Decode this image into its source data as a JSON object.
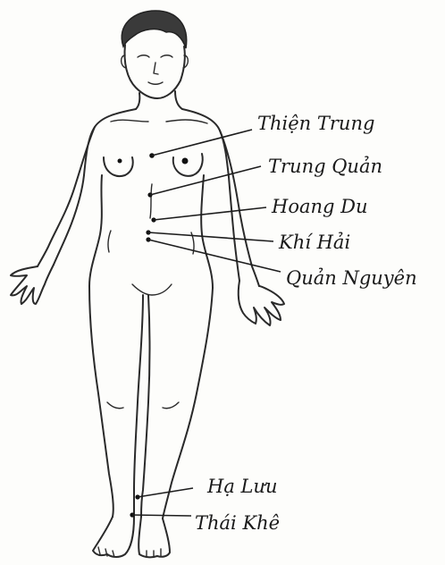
{
  "labels": {
    "thien_trung": "Thiện Trung",
    "trung_quan": "Trung Quản",
    "hoang_du": "Hoang Du",
    "khi_hai": "Khí Hải",
    "quan_nguyen": "Quản Nguyên",
    "ha_luu": "Hạ Lưu",
    "thai_khe": "Thái Khê"
  }
}
